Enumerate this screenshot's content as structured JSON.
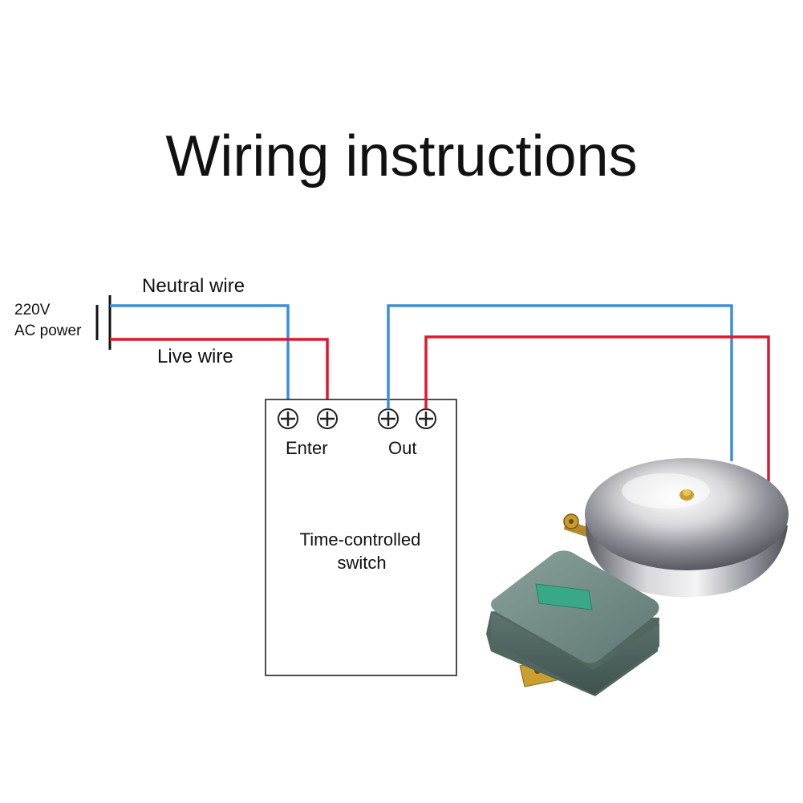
{
  "title": "Wiring instructions",
  "power": {
    "voltage": "220V",
    "type": "AC power"
  },
  "wires": {
    "neutral": "Neutral wire",
    "live": "Live wire"
  },
  "switch": {
    "enter_label": "Enter",
    "out_label": "Out",
    "name_line1": "Time-controlled",
    "name_line2": "switch"
  },
  "colors": {
    "neutral_wire": "#3b8fd8",
    "live_wire": "#e0182d",
    "bell_chrome": "#c8c8cc",
    "bell_box": "#6f8a86",
    "bell_window": "#39a889"
  }
}
